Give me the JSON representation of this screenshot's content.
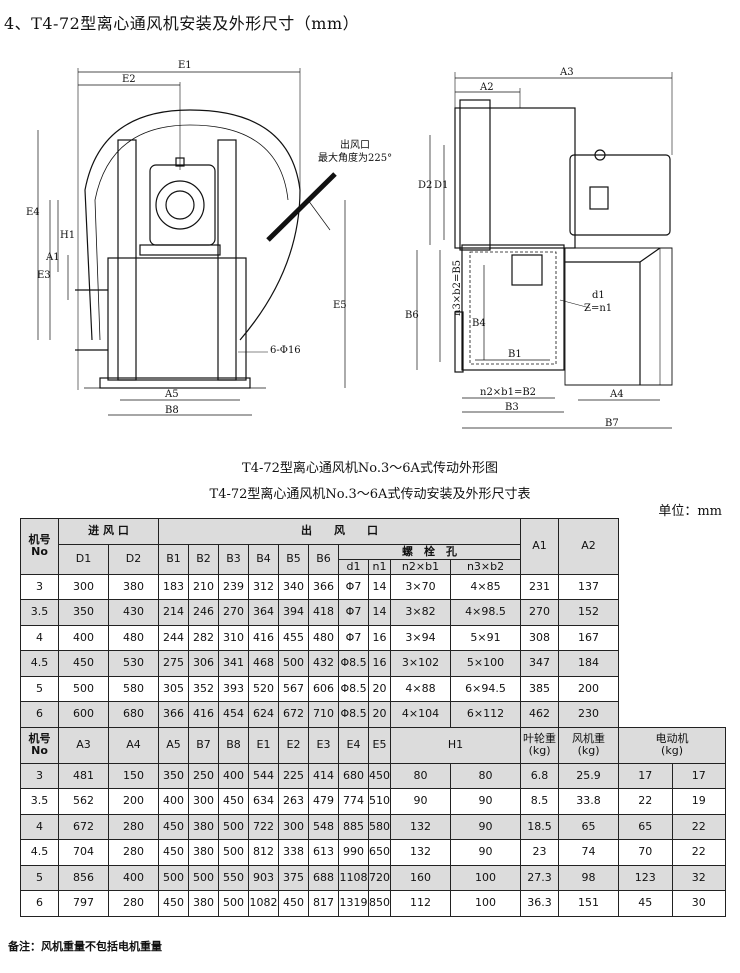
{
  "page_title": "4、T4-72型离心通风机安装及外形尺寸（mm）",
  "drawing": {
    "left_labels": {
      "E1": "E1",
      "E2": "E2",
      "E4": "E4",
      "E3": "E3",
      "H1": "H1",
      "A1": "A1",
      "E5": "E5",
      "A5": "A5",
      "B8": "B8",
      "bolt": "6-Φ16",
      "outlet1": "出风口",
      "outlet2": "最大角度为225°"
    },
    "right_labels": {
      "A3": "A3",
      "A2": "A2",
      "D2": "D2",
      "D1": "D1",
      "B6": "B6",
      "n3b2": "n3×b2=B5",
      "B4": "B4",
      "B1": "B1",
      "n2b1": "n2×b1=B2",
      "B3": "B3",
      "A4": "A4",
      "B7": "B7",
      "d1": "d1",
      "zn1": "Z=n1"
    }
  },
  "caption_figure": "T4-72型离心通风机No.3～6A式传动外形图",
  "caption_table": "T4-72型离心通风机No.3～6A式传动安装及外形尺寸表",
  "unit_label": "单位：mm",
  "table1": {
    "h_jihao": "机号\nNo",
    "h_inlet": "进 风 口",
    "h_outlet": "出　　风　　口",
    "h_bolt": "螺　栓　孔",
    "h_A1": "A1",
    "h_A2": "A2",
    "cols": [
      "D1",
      "D2",
      "B1",
      "B2",
      "B3",
      "B4",
      "B5",
      "B6",
      "d1",
      "n1",
      "n2×b1",
      "n3×b2"
    ],
    "rows": [
      [
        "3",
        "300",
        "380",
        "183",
        "210",
        "239",
        "312",
        "340",
        "366",
        "Φ7",
        "14",
        "3×70",
        "4×85",
        "231",
        "137"
      ],
      [
        "3.5",
        "350",
        "430",
        "214",
        "246",
        "270",
        "364",
        "394",
        "418",
        "Φ7",
        "14",
        "3×82",
        "4×98.5",
        "270",
        "152"
      ],
      [
        "4",
        "400",
        "480",
        "244",
        "282",
        "310",
        "416",
        "455",
        "480",
        "Φ7",
        "16",
        "3×94",
        "5×91",
        "308",
        "167"
      ],
      [
        "4.5",
        "450",
        "530",
        "275",
        "306",
        "341",
        "468",
        "500",
        "432",
        "Φ8.5",
        "16",
        "3×102",
        "5×100",
        "347",
        "184"
      ],
      [
        "5",
        "500",
        "580",
        "305",
        "352",
        "393",
        "520",
        "567",
        "606",
        "Φ8.5",
        "20",
        "4×88",
        "6×94.5",
        "385",
        "200"
      ],
      [
        "6",
        "600",
        "680",
        "366",
        "416",
        "454",
        "624",
        "672",
        "710",
        "Φ8.5",
        "20",
        "4×104",
        "6×112",
        "462",
        "230"
      ]
    ]
  },
  "table2": {
    "headers": [
      "机号\nNo",
      "A3",
      "A4",
      "A5",
      "B7",
      "B8",
      "E1",
      "E2",
      "E3",
      "E4",
      "E5",
      "H1",
      "叶轮重\n(kg)",
      "风机重\n(kg)",
      "电动机\n(kg)"
    ],
    "rows": [
      [
        "3",
        "481",
        "150",
        "350",
        "250",
        "400",
        "544",
        "225",
        "414",
        "680",
        "450",
        "80",
        "80",
        "6.8",
        "25.9",
        "17",
        "17"
      ],
      [
        "3.5",
        "562",
        "200",
        "400",
        "300",
        "450",
        "634",
        "263",
        "479",
        "774",
        "510",
        "90",
        "90",
        "8.5",
        "33.8",
        "22",
        "19"
      ],
      [
        "4",
        "672",
        "280",
        "450",
        "380",
        "500",
        "722",
        "300",
        "548",
        "885",
        "580",
        "132",
        "90",
        "18.5",
        "65",
        "65",
        "22"
      ],
      [
        "4.5",
        "704",
        "280",
        "450",
        "380",
        "500",
        "812",
        "338",
        "613",
        "990",
        "650",
        "132",
        "90",
        "23",
        "74",
        "70",
        "22"
      ],
      [
        "5",
        "856",
        "400",
        "500",
        "500",
        "550",
        "903",
        "375",
        "688",
        "1108",
        "720",
        "160",
        "100",
        "27.3",
        "98",
        "123",
        "32"
      ],
      [
        "6",
        "797",
        "280",
        "450",
        "380",
        "500",
        "1082",
        "450",
        "817",
        "1319",
        "850",
        "112",
        "100",
        "36.3",
        "151",
        "45",
        "30"
      ]
    ]
  },
  "note": "备注：风机重量不包括电机重量"
}
